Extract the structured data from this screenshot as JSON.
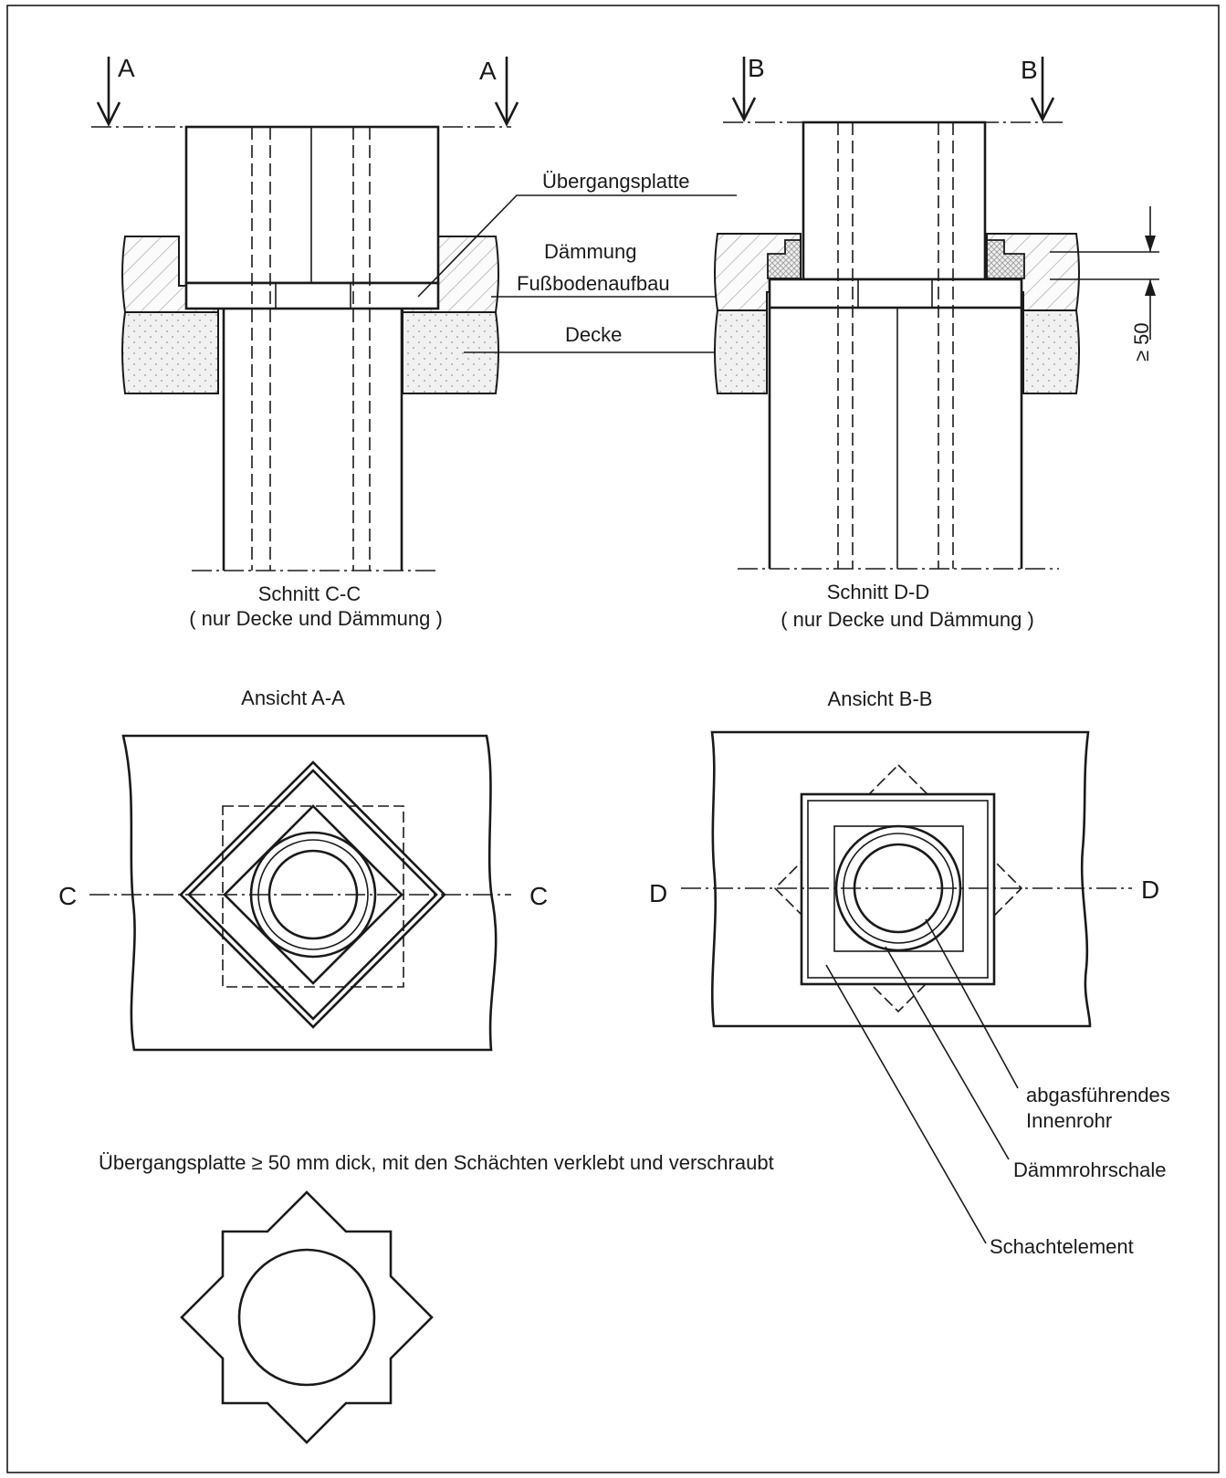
{
  "section_markers": {
    "a": "A",
    "b": "B",
    "c": "C",
    "d": "D"
  },
  "labels": {
    "uebergangsplatte": "Übergangsplatte",
    "daemmung": "Dämmung",
    "fussbodenaufbau": "Fußbodenaufbau",
    "decke": "Decke",
    "abgas_line1": "abgasführendes",
    "abgas_line2": "Innenrohr",
    "daemmrohrschale": "Dämmrohrschale",
    "schachtelement": "Schachtelement"
  },
  "dimension": "≥ 50",
  "captions": {
    "schnitt_cc": "Schnitt C-C",
    "schnitt_cc_sub": "( nur Decke und Dämmung )",
    "schnitt_dd": "Schnitt D-D",
    "schnitt_dd_sub": "( nur Decke und Dämmung )",
    "ansicht_aa": "Ansicht A-A",
    "ansicht_bb": "Ansicht B-B"
  },
  "note": "Übergangsplatte ≥ 50 mm dick, mit den Schächten verklebt und verschraubt"
}
